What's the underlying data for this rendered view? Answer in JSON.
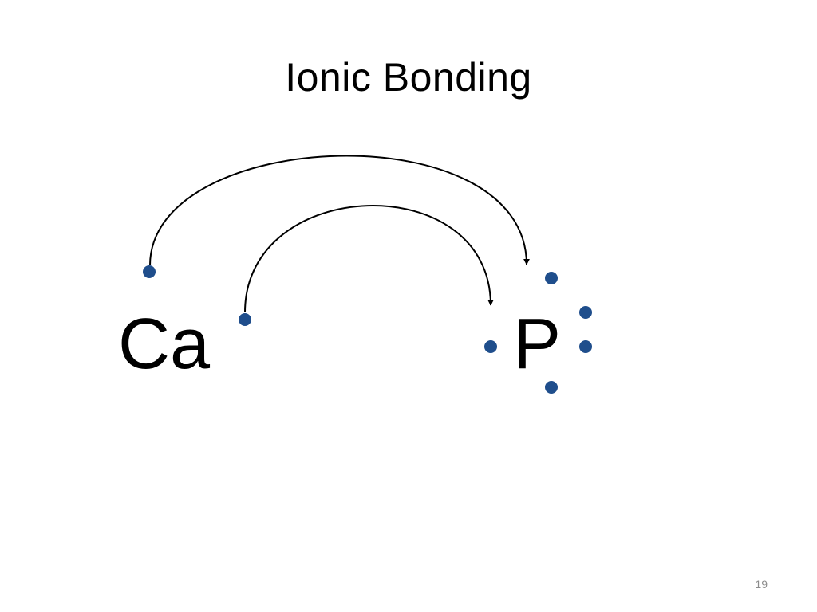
{
  "slide": {
    "title": "Ionic Bonding",
    "page_number": "19"
  },
  "diagram": {
    "atoms": [
      {
        "symbol": "Ca"
      },
      {
        "symbol": "P"
      }
    ],
    "colors": {
      "electron": "#1f4e8c",
      "arrow": "#000000",
      "text": "#000000",
      "page_number": "#8c8c8c"
    }
  }
}
